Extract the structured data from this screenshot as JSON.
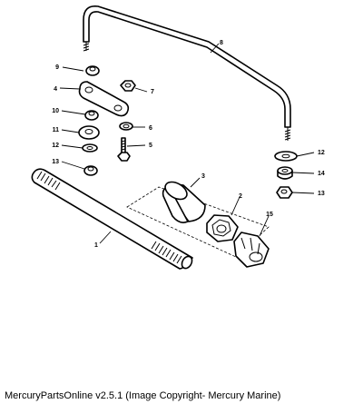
{
  "callouts": [
    "8",
    "9",
    "7",
    "4",
    "10",
    "6",
    "11",
    "12",
    "5",
    "13",
    "3",
    "2",
    "1",
    "15",
    "12",
    "14",
    "13"
  ],
  "footer": {
    "text": "MercuryPartsOnline v2.5.1 (Image Copyright- Mercury Marine)"
  }
}
